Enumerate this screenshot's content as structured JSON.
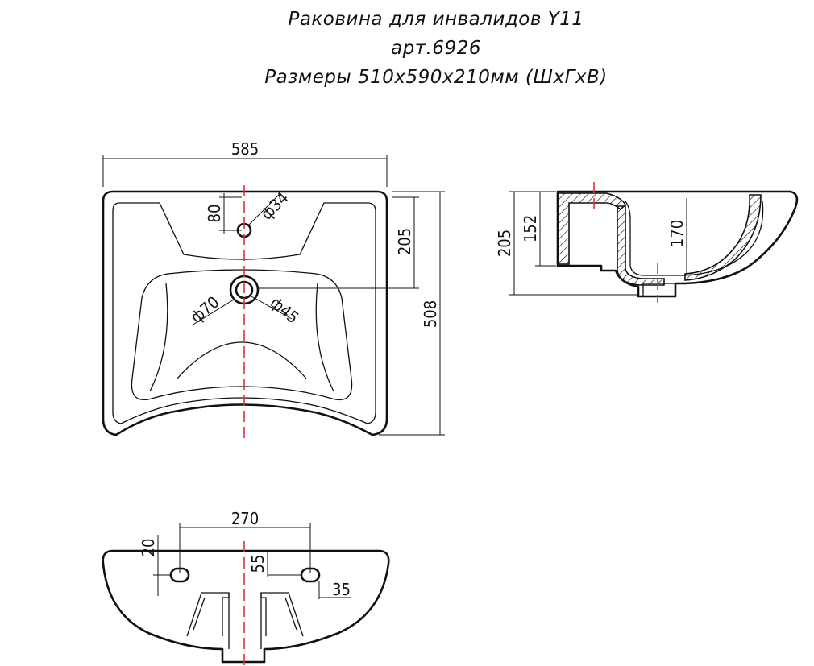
{
  "title": {
    "line1": "Раковина для инвалидов Y11",
    "line2": "арт.6926",
    "line3": "Размеры 510х590х210мм (ШхГхВ)"
  },
  "top_view": {
    "width_label": "585",
    "depth_label": "508",
    "hole_offset_label": "80",
    "tap_hole_label": "ф34",
    "drain_offset_label": "205",
    "drain_outer_label": "ф70",
    "drain_inner_label": "ф45"
  },
  "side_view": {
    "height_label": "205",
    "back_label": "152",
    "bowl_depth_label": "170"
  },
  "back_view": {
    "mount_spacing_label": "270",
    "mount_top_label": "20",
    "mount_height_label": "55",
    "mount_size_label": "35"
  },
  "colors": {
    "axis": "#e0333a",
    "line": "#111111"
  }
}
